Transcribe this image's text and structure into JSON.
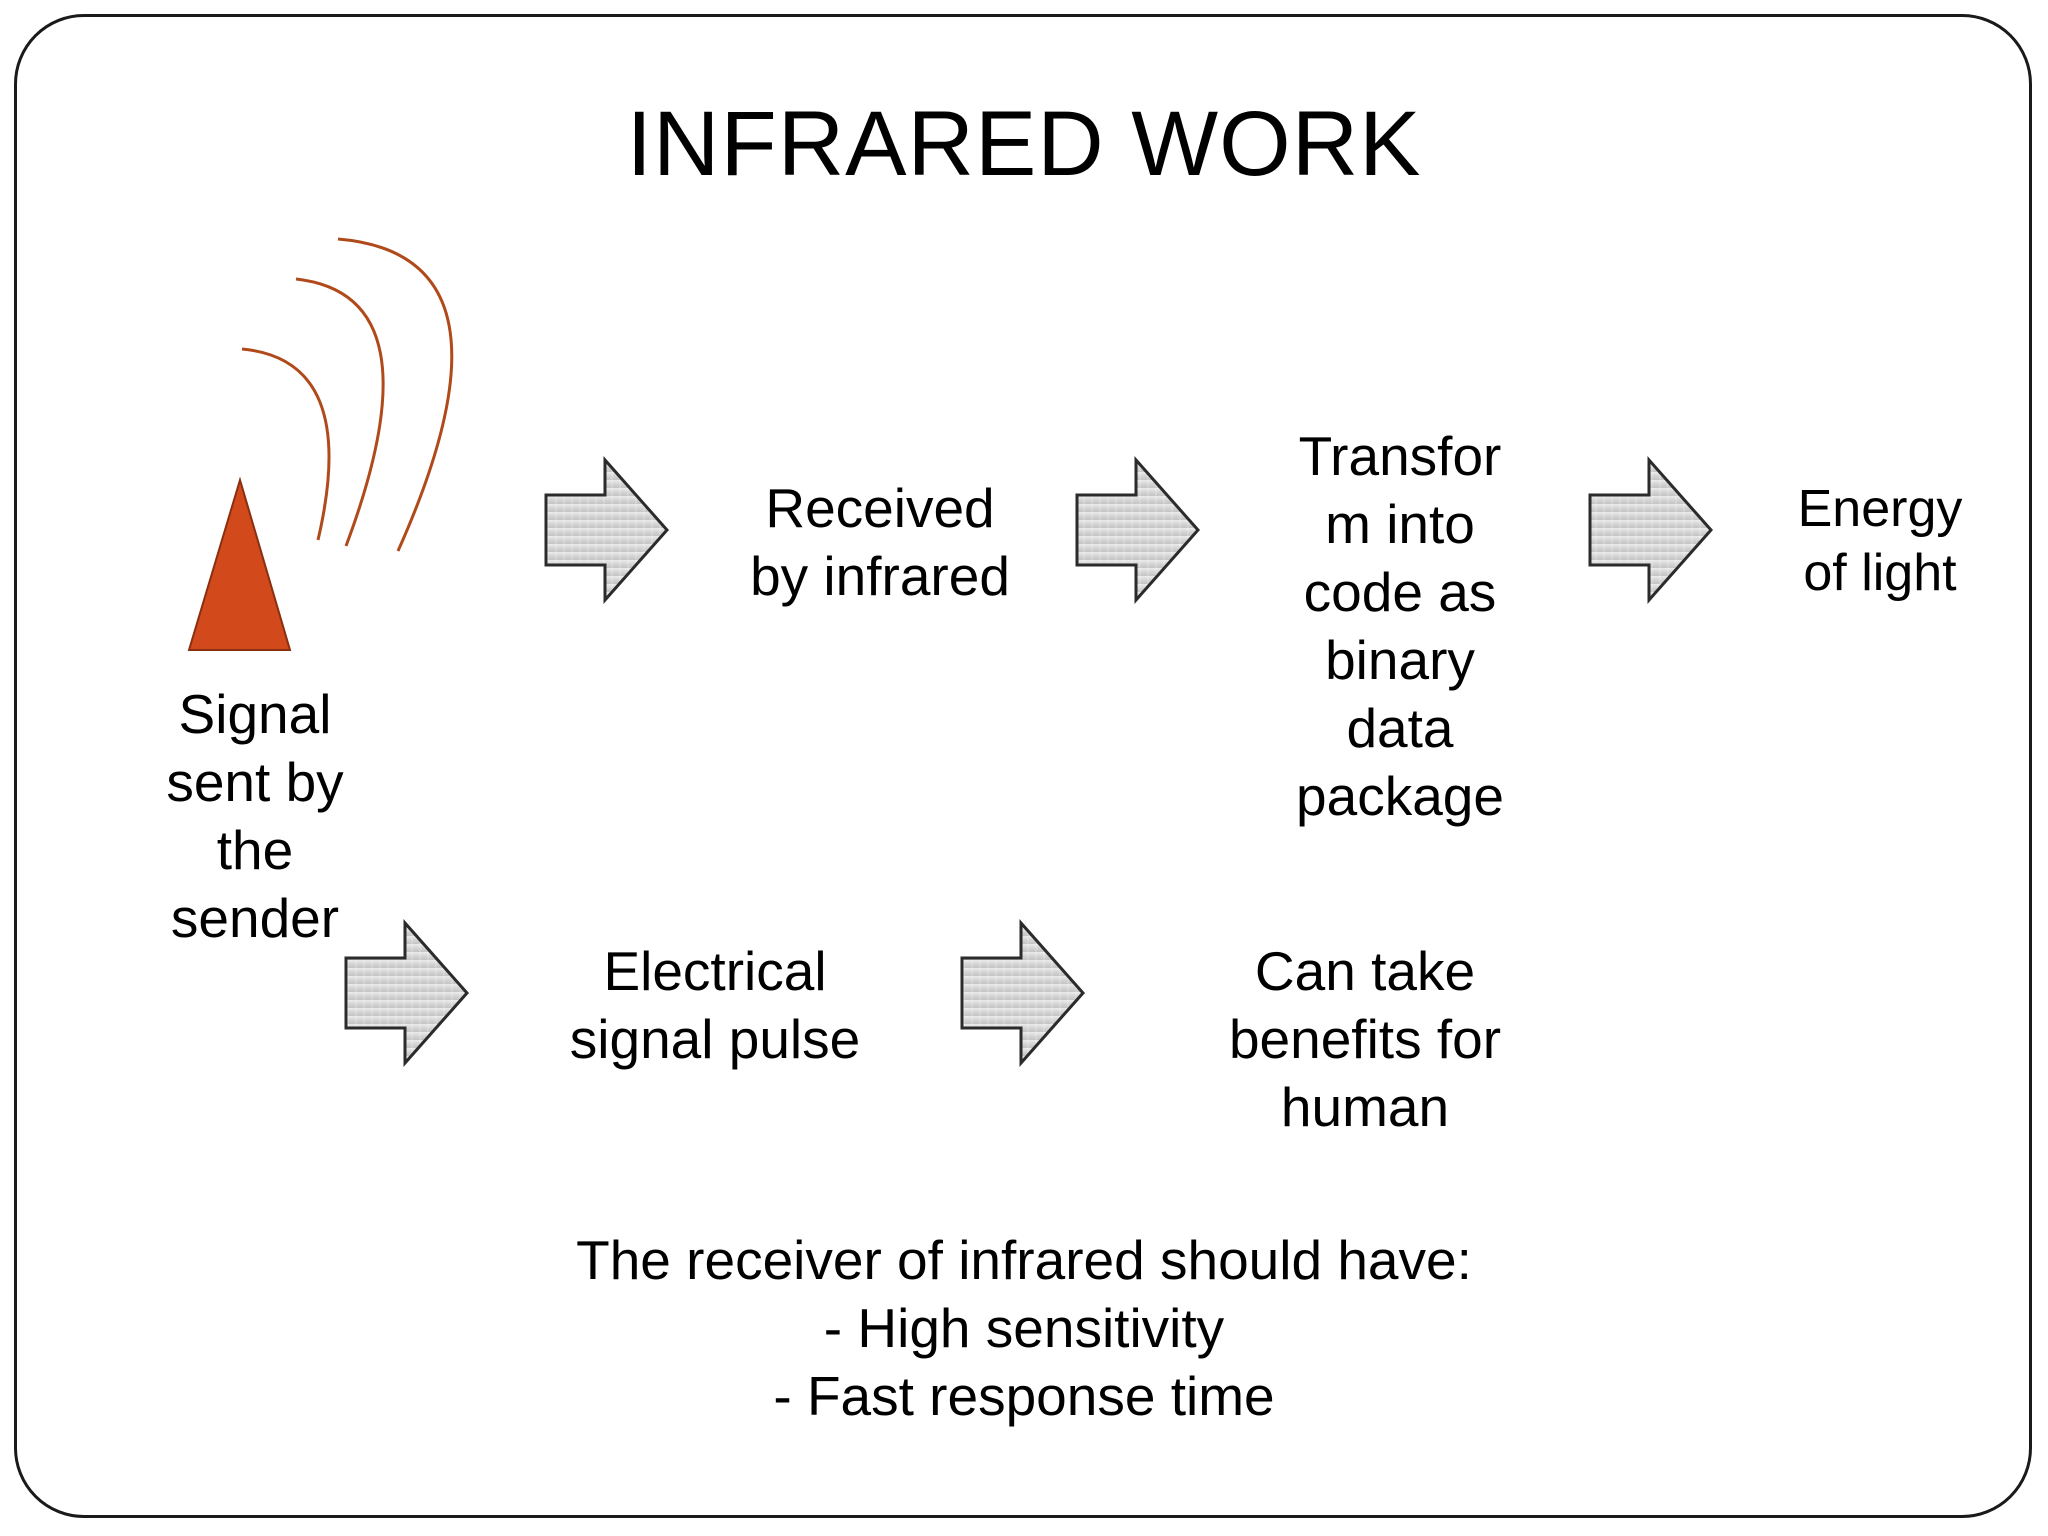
{
  "title": "INFRARED WORK",
  "colors": {
    "wave": "#B04A1A",
    "transmitter": "#D24A1C",
    "transmitter_stroke": "#8A2F10",
    "arrow_fill": "#D9D9D9",
    "arrow_stroke": "#2B2B2B",
    "frame": "#1A1A1A"
  },
  "icons": {
    "transmitter": "triangle-antenna-icon",
    "waves": "signal-wave-icon",
    "arrow": "right-arrow-icon"
  },
  "steps": {
    "sender": "Signal\nsent by\nthe\nsender",
    "received": "Received\nby infrared",
    "transform": "Transfor\nm into\ncode as\nbinary\ndata\npackage",
    "energy": "Energy\nof light",
    "electrical": "Electrical\nsignal pulse",
    "benefits": "Can take\nbenefits for\nhuman"
  },
  "footer": {
    "heading": "The receiver of infrared should have:",
    "items": [
      "- High sensitivity",
      "- Fast response time"
    ]
  }
}
